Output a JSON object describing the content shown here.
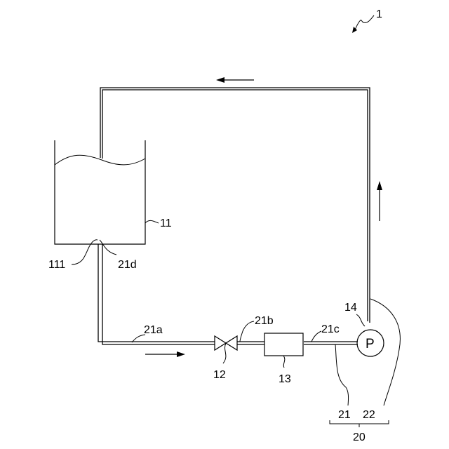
{
  "labels": {
    "system": "1",
    "tank": "11",
    "tank_outlet": "111",
    "valve": "12",
    "unit": "13",
    "pump": "14",
    "pump_symbol": "P",
    "pipe_a": "21a",
    "pipe_b": "21b",
    "pipe_c": "21c",
    "pipe_d": "21d",
    "pipe_group_1": "21",
    "pipe_group_2": "22",
    "group": "20"
  }
}
